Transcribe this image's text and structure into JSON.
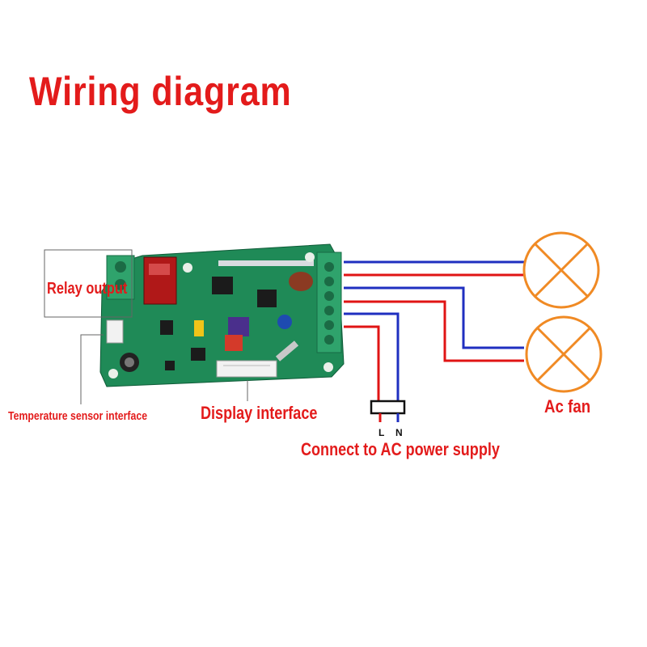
{
  "title": "Wiring diagram",
  "labels": {
    "relay_output": "Relay output",
    "temperature_sensor": "Temperature sensor interface",
    "display_interface": "Display interface",
    "ac_fan": "Ac fan",
    "power_supply": "Connect to AC power supply",
    "live": "L",
    "neutral": "N"
  },
  "colors": {
    "label": "#e31b1b",
    "pcb": "#1f8a57",
    "terminal": "#2fa36c",
    "wire_blue": "#1f2fc0",
    "wire_red": "#e01414",
    "fan": "#f08a24"
  }
}
